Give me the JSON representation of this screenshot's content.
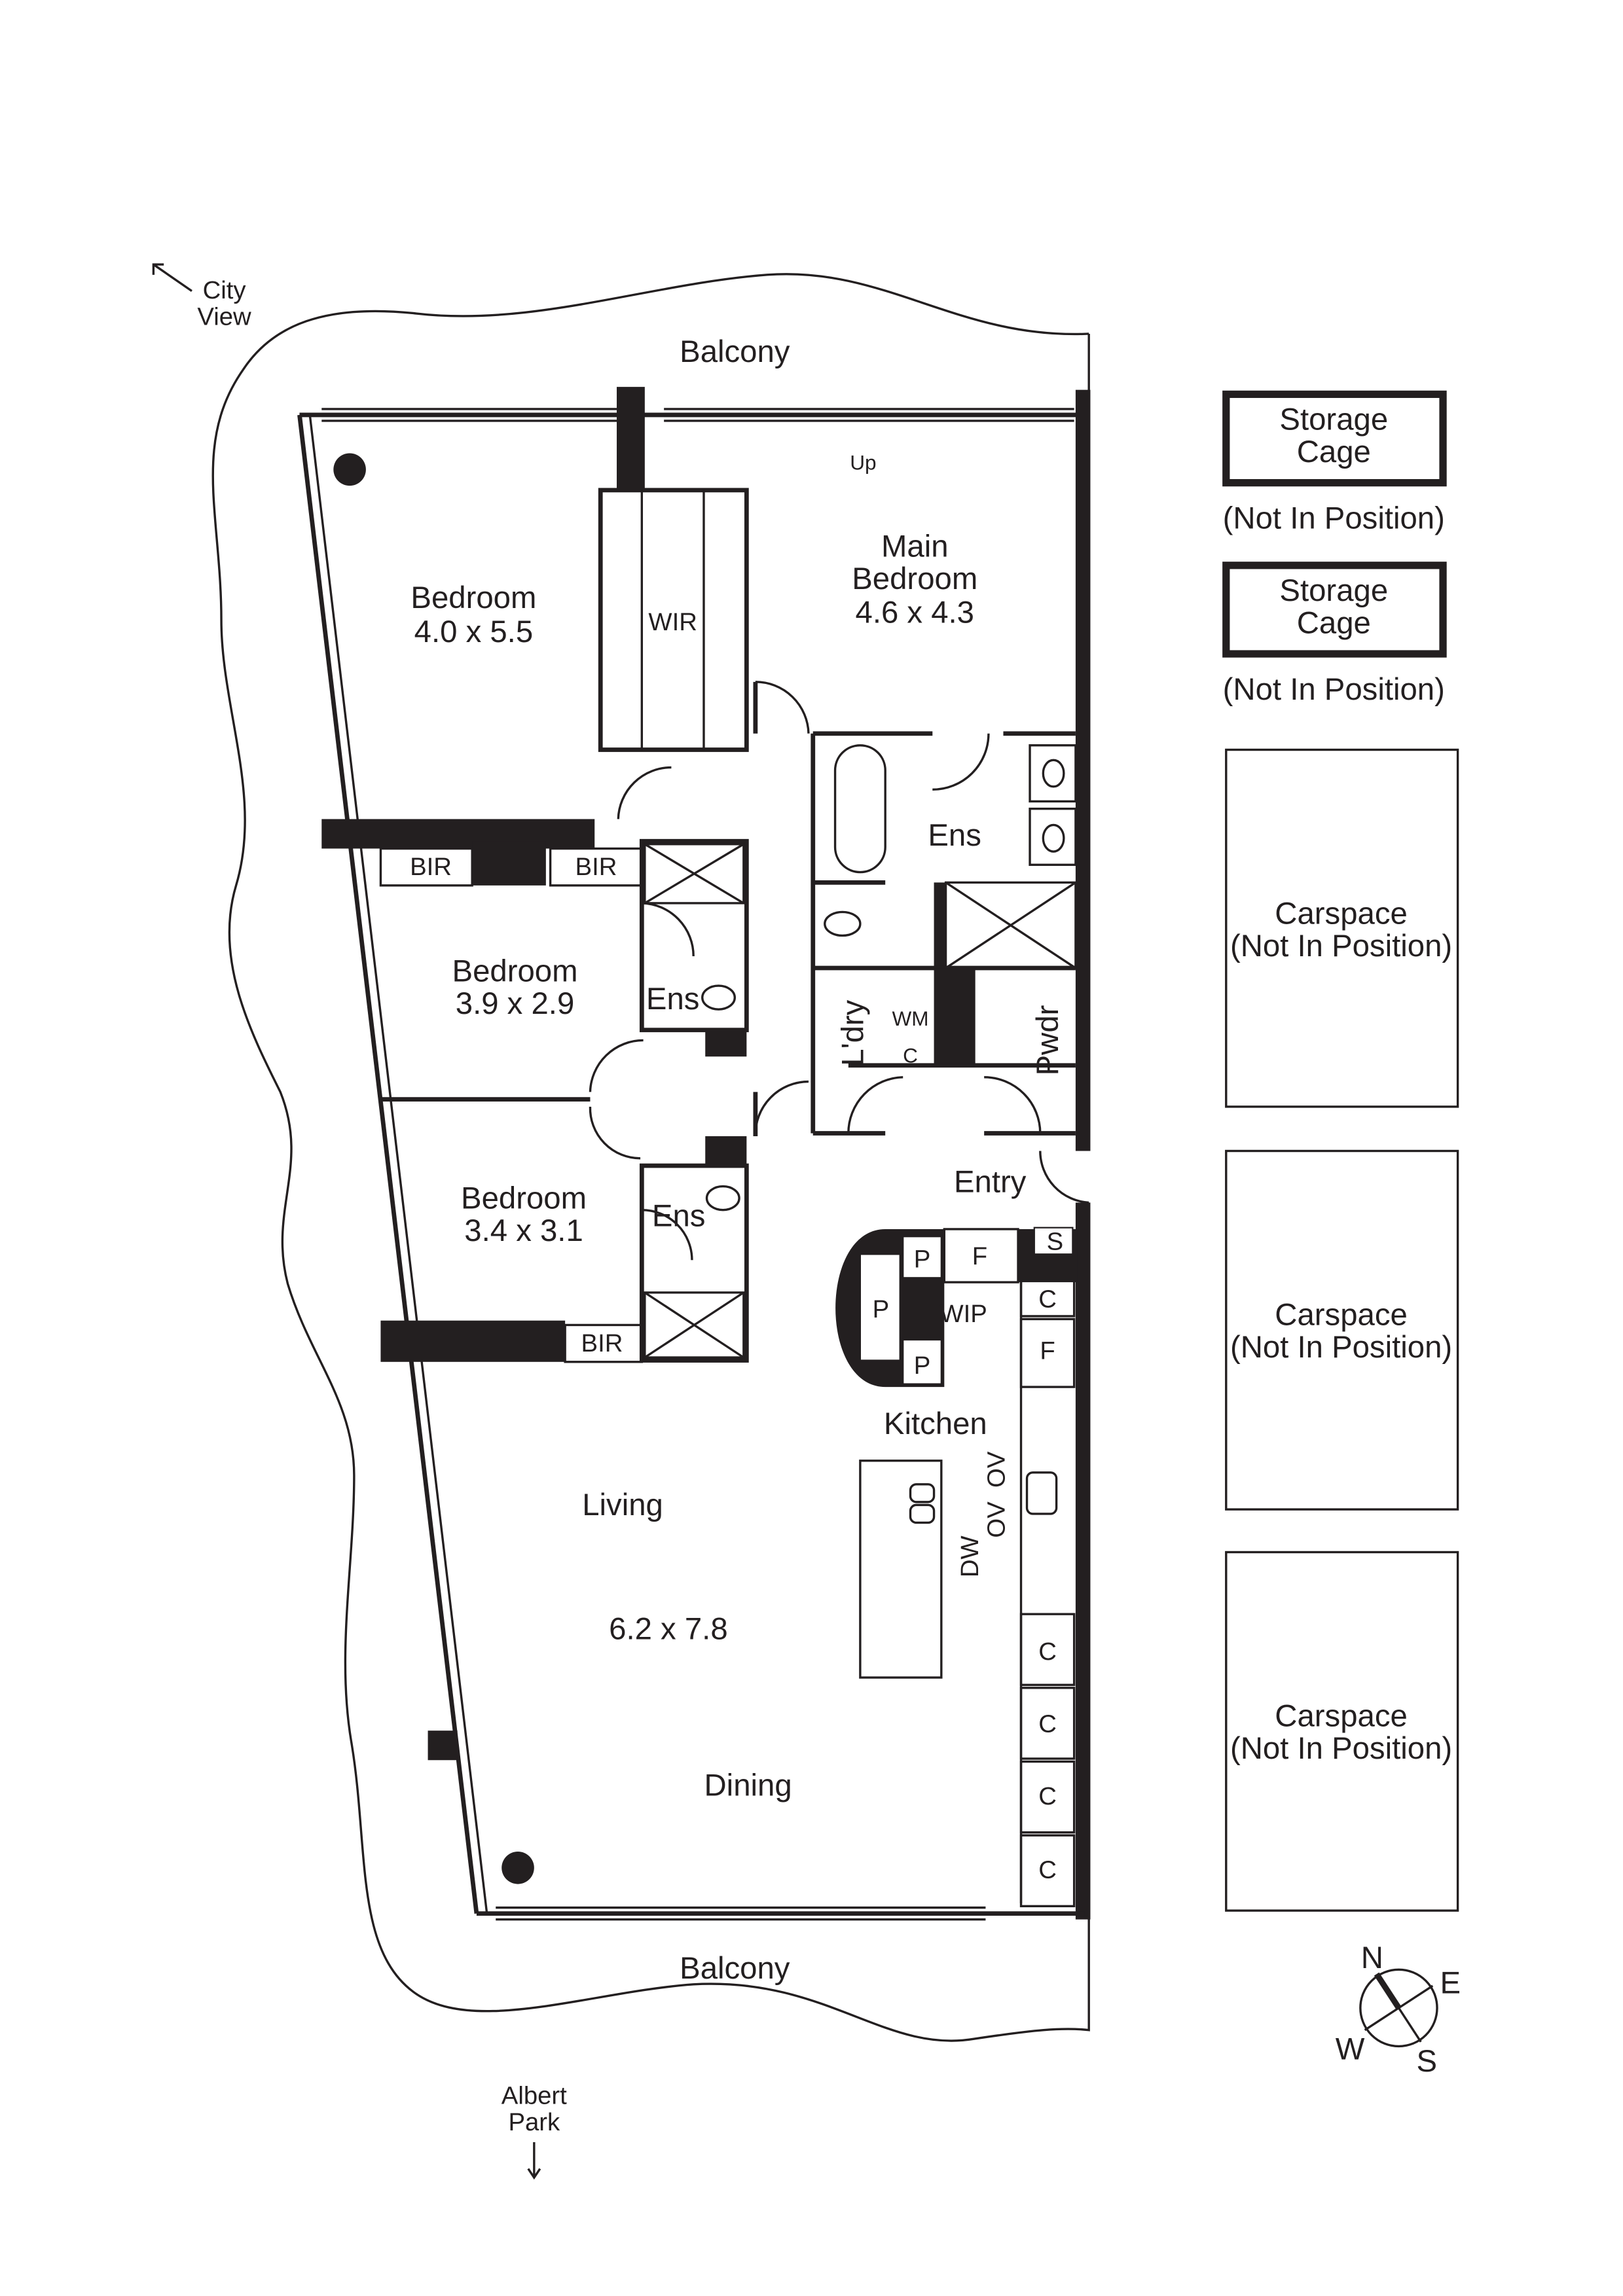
{
  "colors": {
    "line": "#231f20",
    "background": "#ffffff"
  },
  "orientation": {
    "city_view": "City\nView",
    "city_view_lines": [
      "City",
      "View"
    ],
    "albert_park_lines": [
      "Albert",
      "Park"
    ]
  },
  "rooms": {
    "balcony_top": "Balcony",
    "balcony_bottom": "Balcony",
    "up": "Up",
    "bedroom1": {
      "name": "Bedroom",
      "size": "4.0 x 5.5"
    },
    "wir": "WIR",
    "main_bedroom": {
      "name_lines": [
        "Main",
        "Bedroom"
      ],
      "size": "4.6 x 4.3"
    },
    "ens_main": "Ens",
    "bir_a": "BIR",
    "bir_b": "BIR",
    "bedroom2": {
      "name": "Bedroom",
      "size": "3.9 x 2.9"
    },
    "ens2": "Ens",
    "laundry": "L'dry",
    "wm": "WM",
    "c_laundry": "C",
    "powder": "Pwdr",
    "entry": "Entry",
    "bedroom3": {
      "name": "Bedroom",
      "size": "3.4 x 3.1"
    },
    "ens3": "Ens",
    "bir_c": "BIR",
    "s": "S",
    "pantry": [
      "P",
      "P",
      "P"
    ],
    "wip": "WIP",
    "fridge": [
      "F",
      "F"
    ],
    "c_kitchen": [
      "C",
      "C",
      "C",
      "C",
      "C"
    ],
    "kitchen": "Kitchen",
    "ov": [
      "OV",
      "OV"
    ],
    "dw": "DW",
    "living": "Living",
    "living_size": "6.2 x 7.8",
    "dining": "Dining"
  },
  "extras": {
    "storage": [
      {
        "label_lines": [
          "Storage",
          "Cage"
        ],
        "note": "(Not In Position)"
      },
      {
        "label_lines": [
          "Storage",
          "Cage"
        ],
        "note": "(Not In Position)"
      }
    ],
    "carspaces": [
      {
        "label": "Carspace",
        "note": "(Not In Position)"
      },
      {
        "label": "Carspace",
        "note": "(Not In Position)"
      },
      {
        "label": "Carspace",
        "note": "(Not In Position)"
      }
    ]
  },
  "compass": {
    "n": "N",
    "e": "E",
    "s": "S",
    "w": "W"
  }
}
